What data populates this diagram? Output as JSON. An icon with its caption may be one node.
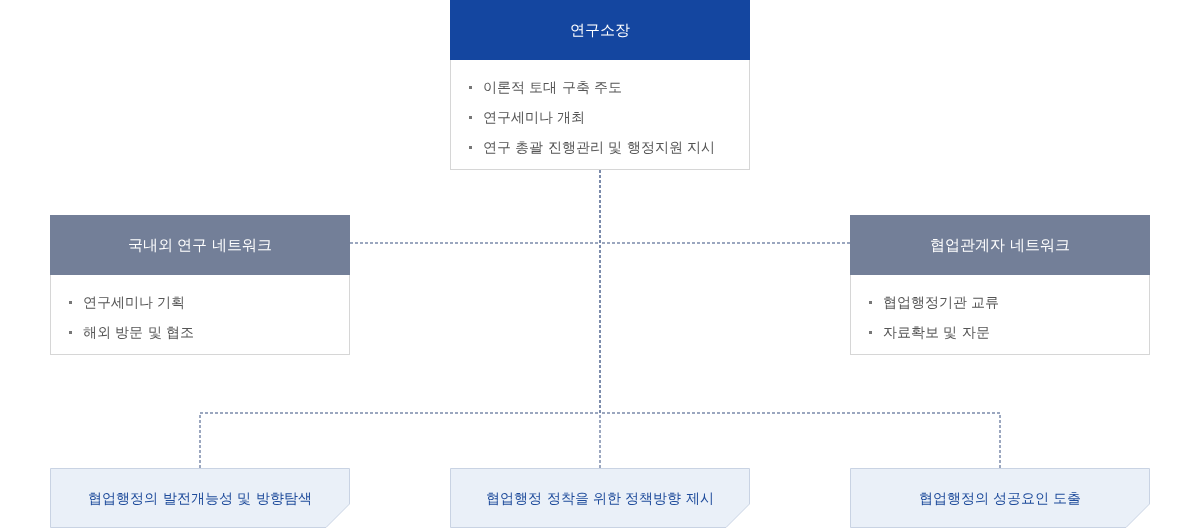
{
  "diagram": {
    "nodes": [
      {
        "text": [
          "연구소장",
          "이론적 토대 구축 주도",
          "연구세미나 개최",
          "연구 총괄 진행관리 및 행정지원 지시"
        ]
      },
      {
        "text": [
          "국내외 연구 네트워크",
          "연구세미나 기획",
          "해외 방문 및 협조"
        ]
      },
      {
        "text": [
          "협업관계자 네트워크",
          "협업행정기관 교류",
          "자료확보 및 자문"
        ]
      },
      {
        "text": [
          "협업행정의 발전개능성 및 방향탐색"
        ]
      },
      {
        "text": [
          "협업행정 정착을 위한 정책방향 제시"
        ]
      },
      {
        "text": [
          "협업행정의 성공요인 도출"
        ]
      }
    ],
    "edges": [
      {
        "from": 0,
        "to": 1,
        "arrow": "none",
        "style": "dashed"
      },
      {
        "from": 0,
        "to": 2,
        "arrow": "none",
        "style": "dashed"
      },
      {
        "from": 0,
        "to": 3,
        "arrow": "none",
        "style": "dashed"
      },
      {
        "from": 0,
        "to": 4,
        "arrow": "none",
        "style": "dashed"
      },
      {
        "from": 0,
        "to": 5,
        "arrow": "none",
        "style": "dashed"
      }
    ]
  }
}
